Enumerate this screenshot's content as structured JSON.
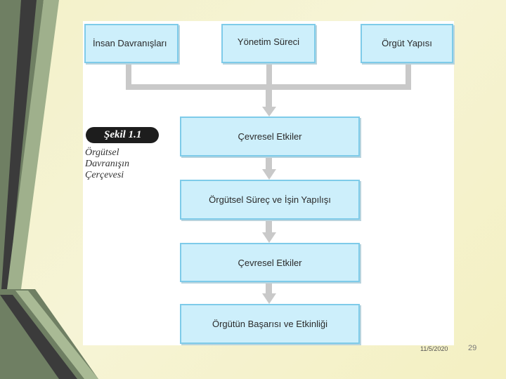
{
  "diagram": {
    "top_boxes": [
      "İnsan Davranışları",
      "Yönetim Süreci",
      "Örgüt Yapısı"
    ],
    "flow_boxes": [
      "Çevresel Etkiler",
      "Örgütsel Süreç ve İşin Yapılışı",
      "Çevresel Etkiler",
      "Örgütün Başarısı ve Etkinliği"
    ],
    "figure_label": "Şekil 1.1",
    "caption_lines": [
      "Örgütsel",
      "Davranışın",
      "Çerçevesi"
    ]
  },
  "footer": {
    "date": "11/5/2020",
    "page_number": "29"
  },
  "colors": {
    "box_fill": "#cdeffb",
    "box_border": "#7ecbe9",
    "connector": "#c9c9c9"
  }
}
